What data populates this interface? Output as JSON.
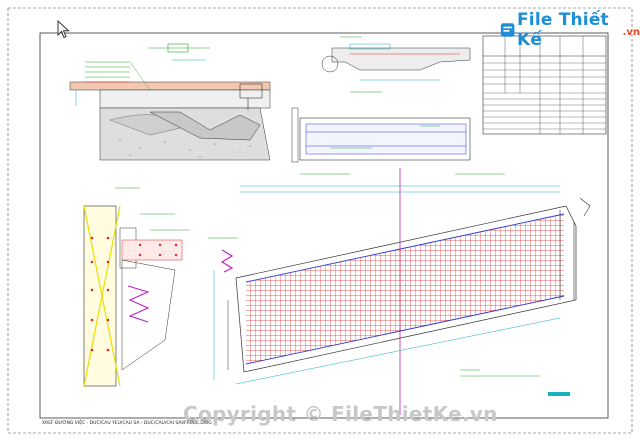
{
  "watermark": {
    "brand": "File Thiết Kế",
    "suffix": ".vn",
    "copyright": "Copyright © FileThietKe.vn"
  },
  "drawing": {
    "caption": "XREF ĐƯỜNG VIỆC - DUC/CAU YEU/CAU SA - DUC/CAU/CAI SAI/FRIN/E.DWG",
    "colors": {
      "frame": "#333333",
      "grid_red": "#e02a2a",
      "dim_cyan": "#1ab0c0",
      "detail_green": "#2aa82a",
      "axis_magenta": "#c020c0",
      "steel_blue": "#2a3ad0",
      "highlight_yellow": "#e8e000",
      "watermark_blue": "#1e8fd6"
    }
  }
}
